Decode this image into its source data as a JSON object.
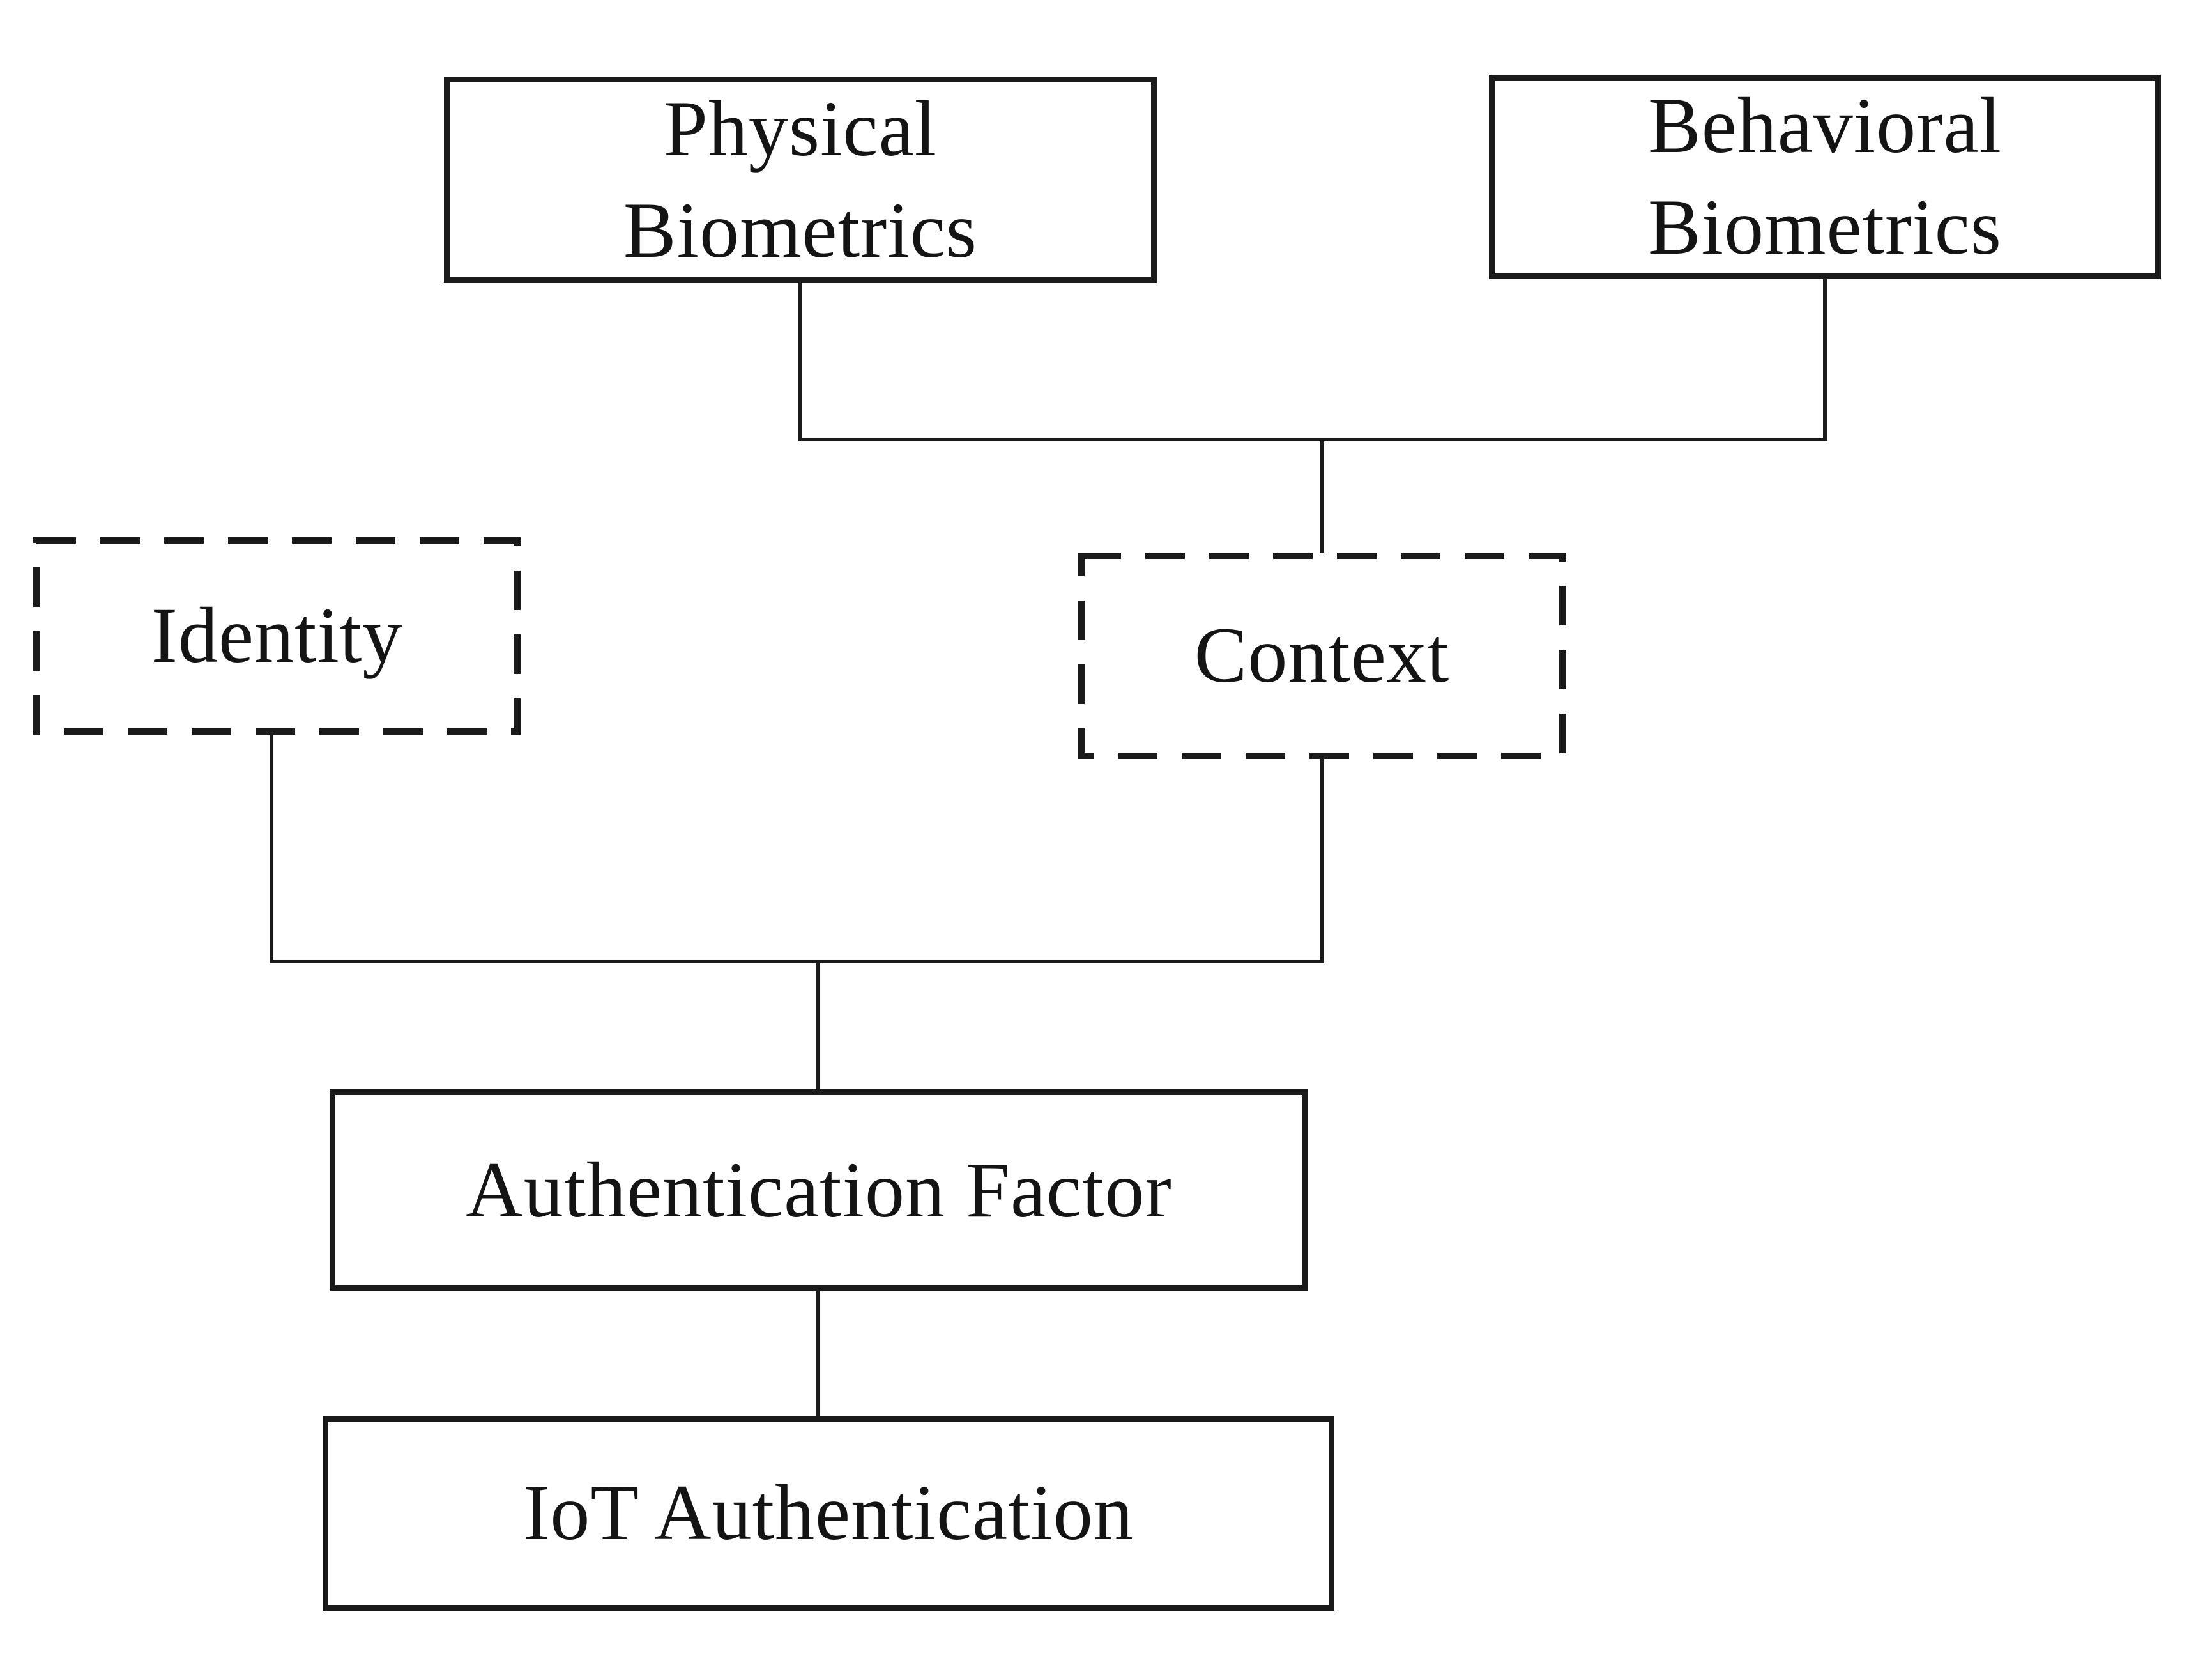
{
  "figure": {
    "background_color": "#ffffff",
    "line_color": "#1a1a1a",
    "text_color": "#141414"
  },
  "nodes": {
    "physical": {
      "label": "Physical\nBiometrics",
      "border_style": "solid"
    },
    "behavioral": {
      "label": "Behavioral\nBiometrics",
      "border_style": "solid"
    },
    "identity": {
      "label": "Identity",
      "border_style": "dashed"
    },
    "context": {
      "label": "Context",
      "border_style": "dashed"
    },
    "auth_factor": {
      "label": "Authentication Factor",
      "border_style": "solid"
    },
    "iot_auth": {
      "label": "IoT Authentication",
      "border_style": "solid"
    }
  },
  "edges": [
    {
      "from": "Physical Biometrics",
      "to": "Context"
    },
    {
      "from": "Behavioral Biometrics",
      "to": "Context"
    },
    {
      "from": "Identity",
      "to": "Authentication Factor"
    },
    {
      "from": "Context",
      "to": "Authentication Factor"
    },
    {
      "from": "Authentication Factor",
      "to": "IoT Authentication"
    }
  ]
}
